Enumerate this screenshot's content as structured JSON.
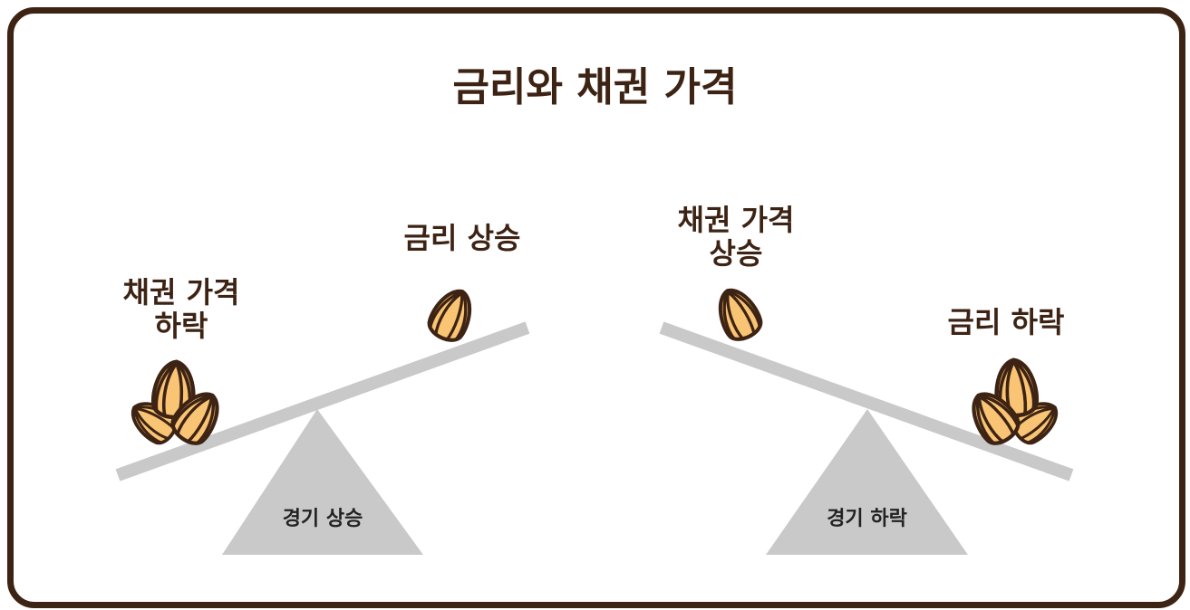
{
  "title": "금리와 채권 가격",
  "left_scale": {
    "heavy_side_label_line1": "채권 가격",
    "heavy_side_label_line2": "하락",
    "light_side_label": "금리 상승",
    "fulcrum_label": "경기 상승"
  },
  "right_scale": {
    "light_side_label_line1": "채권 가격",
    "light_side_label_line2": "상승",
    "heavy_side_label": "금리 하락",
    "fulcrum_label": "경기 하락"
  },
  "colors": {
    "outline": "#3d2314",
    "almond": "#f9c474",
    "scale": "#c8c9c8"
  }
}
